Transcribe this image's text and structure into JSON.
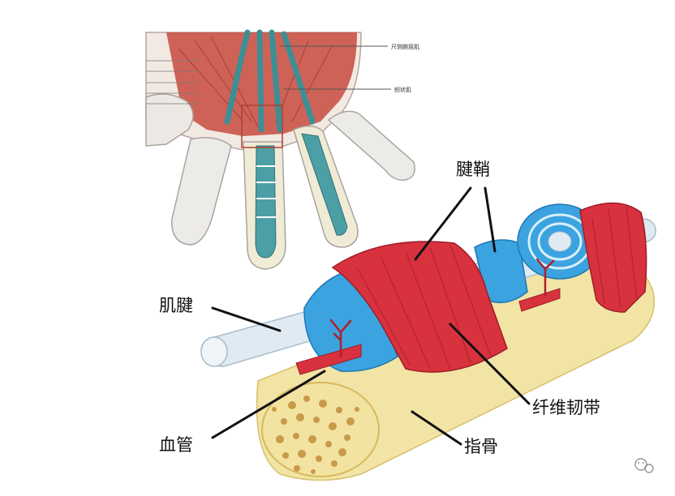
{
  "labels": {
    "tendon_sheath": "腱鞘",
    "tendon": "肌腱",
    "fibrous_ligament": "纤维韧带",
    "blood_vessel": "血管",
    "phalanx": "指骨"
  },
  "hand_labels": {
    "top": "尺侧腕屈肌",
    "middle": "蚓状肌"
  },
  "watermark": "",
  "colors": {
    "sheath_red": "#d8323e",
    "synovial_blue": "#3aa3e0",
    "bone_yellow": "#f1e4a4",
    "tendon_white": "#dfeaf2"
  }
}
